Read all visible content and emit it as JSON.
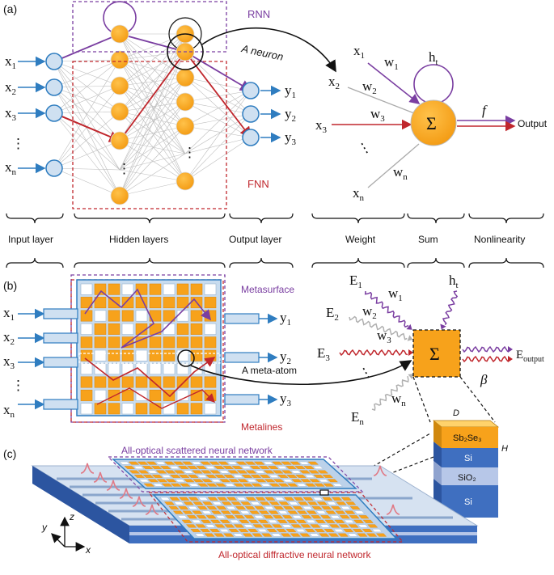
{
  "panels": {
    "a": "(a)",
    "b": "(b)",
    "c": "(c)"
  },
  "colors": {
    "purple": "#7a3ea1",
    "red": "#c0272d",
    "blue": "#2f7dc0",
    "orange": "#f7a21b",
    "node_fill": "#cfe0f1"
  },
  "a": {
    "inputs": [
      {
        "base": "x",
        "sub": "1"
      },
      {
        "base": "x",
        "sub": "2"
      },
      {
        "base": "x",
        "sub": "3"
      },
      {
        "base": "x",
        "sub": "n"
      }
    ],
    "outputs": [
      {
        "base": "y",
        "sub": "1"
      },
      {
        "base": "y",
        "sub": "2"
      },
      {
        "base": "y",
        "sub": "3"
      }
    ],
    "rnn": "RNN",
    "fnn": "FNN",
    "a_neuron": "A neuron",
    "dots": "⋮",
    "neuron": {
      "x1": {
        "base": "x",
        "sub": "1"
      },
      "x2": {
        "base": "x",
        "sub": "2"
      },
      "x3": {
        "base": "x",
        "sub": "3"
      },
      "xn": {
        "base": "x",
        "sub": "n"
      },
      "w1": {
        "base": "w",
        "sub": "1"
      },
      "w2": {
        "base": "w",
        "sub": "2"
      },
      "w3": {
        "base": "w",
        "sub": "3"
      },
      "wn": {
        "base": "w",
        "sub": "n"
      },
      "ht": {
        "base": "h",
        "sub": "t"
      },
      "sum": "Σ",
      "f": "f",
      "output": "Output"
    },
    "braces_top": [
      "Input layer",
      "Hidden layers",
      "Output layer",
      "Weight",
      "Sum",
      "Nonlinearity"
    ]
  },
  "b": {
    "inputs": [
      {
        "base": "x",
        "sub": "1"
      },
      {
        "base": "x",
        "sub": "2"
      },
      {
        "base": "x",
        "sub": "3"
      },
      {
        "base": "x",
        "sub": "n"
      }
    ],
    "outputs": [
      {
        "base": "y",
        "sub": "1"
      },
      {
        "base": "y",
        "sub": "2"
      },
      {
        "base": "y",
        "sub": "3"
      }
    ],
    "metasurface": "Metasurface",
    "metalines": "Metalines",
    "meta_atom": "A meta-atom",
    "neuron": {
      "e1": {
        "base": "E",
        "sub": "1"
      },
      "e2": {
        "base": "E",
        "sub": "2"
      },
      "e3": {
        "base": "E",
        "sub": "3"
      },
      "en": {
        "base": "E",
        "sub": "n"
      },
      "w1": {
        "base": "w",
        "sub": "1"
      },
      "w2": {
        "base": "w",
        "sub": "2"
      },
      "w3": {
        "base": "w",
        "sub": "3"
      },
      "wn": {
        "base": "w",
        "sub": "n"
      },
      "ht": {
        "base": "h",
        "sub": "t"
      },
      "sum": "Σ",
      "beta": "β",
      "eout": {
        "base": "E",
        "sub": "output"
      }
    },
    "stack": {
      "d": "D",
      "h": "H",
      "layers": [
        "Sb₂Se₃",
        "Si",
        "SiO₂",
        "Si"
      ]
    }
  },
  "c": {
    "scattered": "All-optical scattered neural network",
    "diffractive": "All-optical diffractive neural network",
    "axes": {
      "x": "x",
      "y": "y",
      "z": "z"
    }
  }
}
